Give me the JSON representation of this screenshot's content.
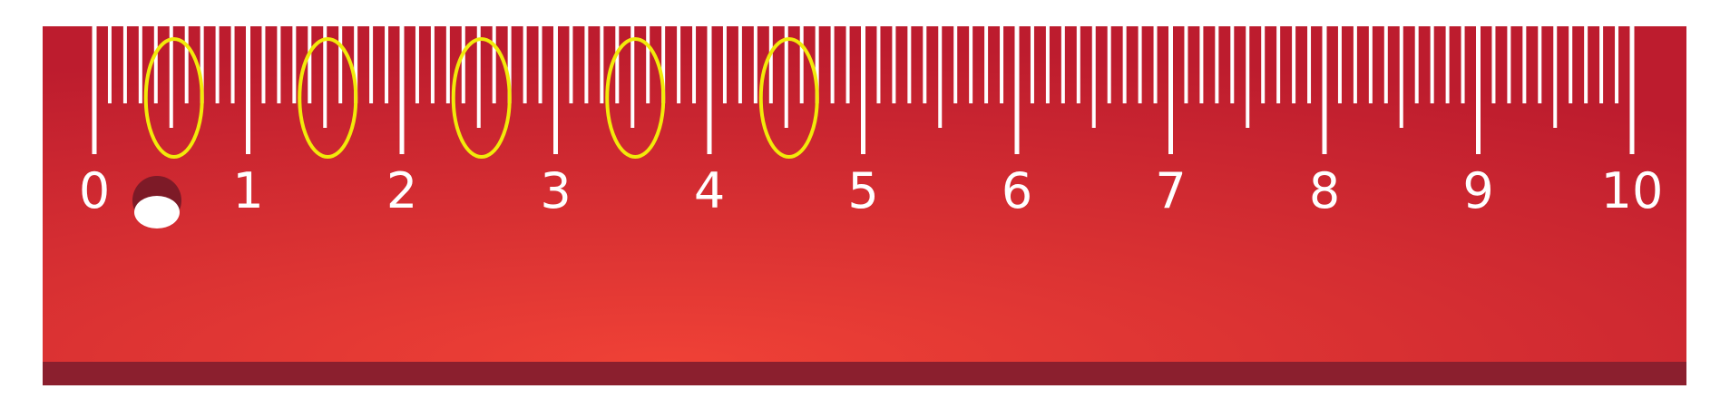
{
  "ruler": {
    "unit_labels": [
      "0",
      "1",
      "2",
      "3",
      "4",
      "5",
      "6",
      "7",
      "8",
      "9",
      "10"
    ],
    "subdivisions_per_unit": 10,
    "highlighted_marks": [
      0.5,
      1.5,
      2.5,
      3.5,
      4.5
    ]
  },
  "colors": {
    "ruler_center": "#ef4136",
    "ruler_edge": "#bd1c2e",
    "ruler_bottom_strip": "#8b1f2e",
    "hole_shadow": "#7d1a27",
    "ticks": "#ffffff",
    "highlight": "#f2ea0a"
  }
}
